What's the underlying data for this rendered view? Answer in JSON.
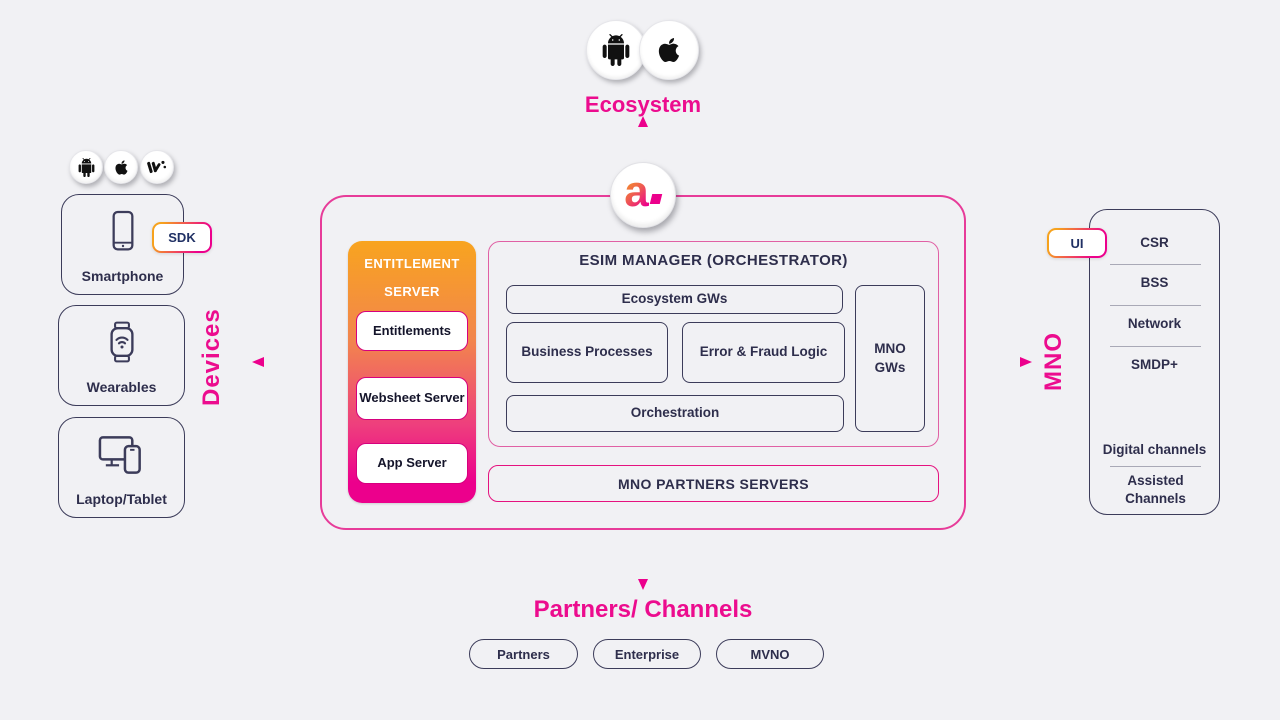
{
  "colors": {
    "background": "#f1f1f4",
    "pink": "#ec008c",
    "orange": "#f6a21d",
    "navy": "#2e2e4c",
    "main_border": "#e73c99"
  },
  "ecosystem": {
    "label": "Ecosystem",
    "icons": [
      "android-icon",
      "apple-icon"
    ]
  },
  "devices": {
    "axis_label": "Devices",
    "icons": [
      "android-icon",
      "apple-icon",
      "wearos-icon"
    ],
    "sdk_badge": "SDK",
    "smartphone_label": "Smartphone",
    "wearables_label": "Wearables",
    "laptop_label": "Laptop/Tablet"
  },
  "diagram": {
    "entitlement": {
      "title": "ENTITLEMENT SERVER",
      "items": [
        "Entitlements",
        "Websheet Server",
        "App Server"
      ]
    },
    "esim": {
      "title": "ESIM MANAGER (ORCHESTRATOR)",
      "ecosystem_gws": "Ecosystem GWs",
      "business_processes": "Business Processes",
      "error_fraud": "Error & Fraud Logic",
      "orchestration": "Orchestration",
      "mno_gws": "MNO GWs"
    },
    "mno_partners_label": "MNO PARTNERS SERVERS"
  },
  "mno": {
    "axis_label": "MNO",
    "ui_badge": "UI",
    "items": [
      "CSR",
      "BSS",
      "Network",
      "SMDP+"
    ],
    "channel_items": [
      "Digital channels",
      "Assisted Channels"
    ]
  },
  "partners": {
    "title": "Partners/ Channels",
    "boxes": [
      "Partners",
      "Enterprise",
      "MVNO"
    ]
  }
}
